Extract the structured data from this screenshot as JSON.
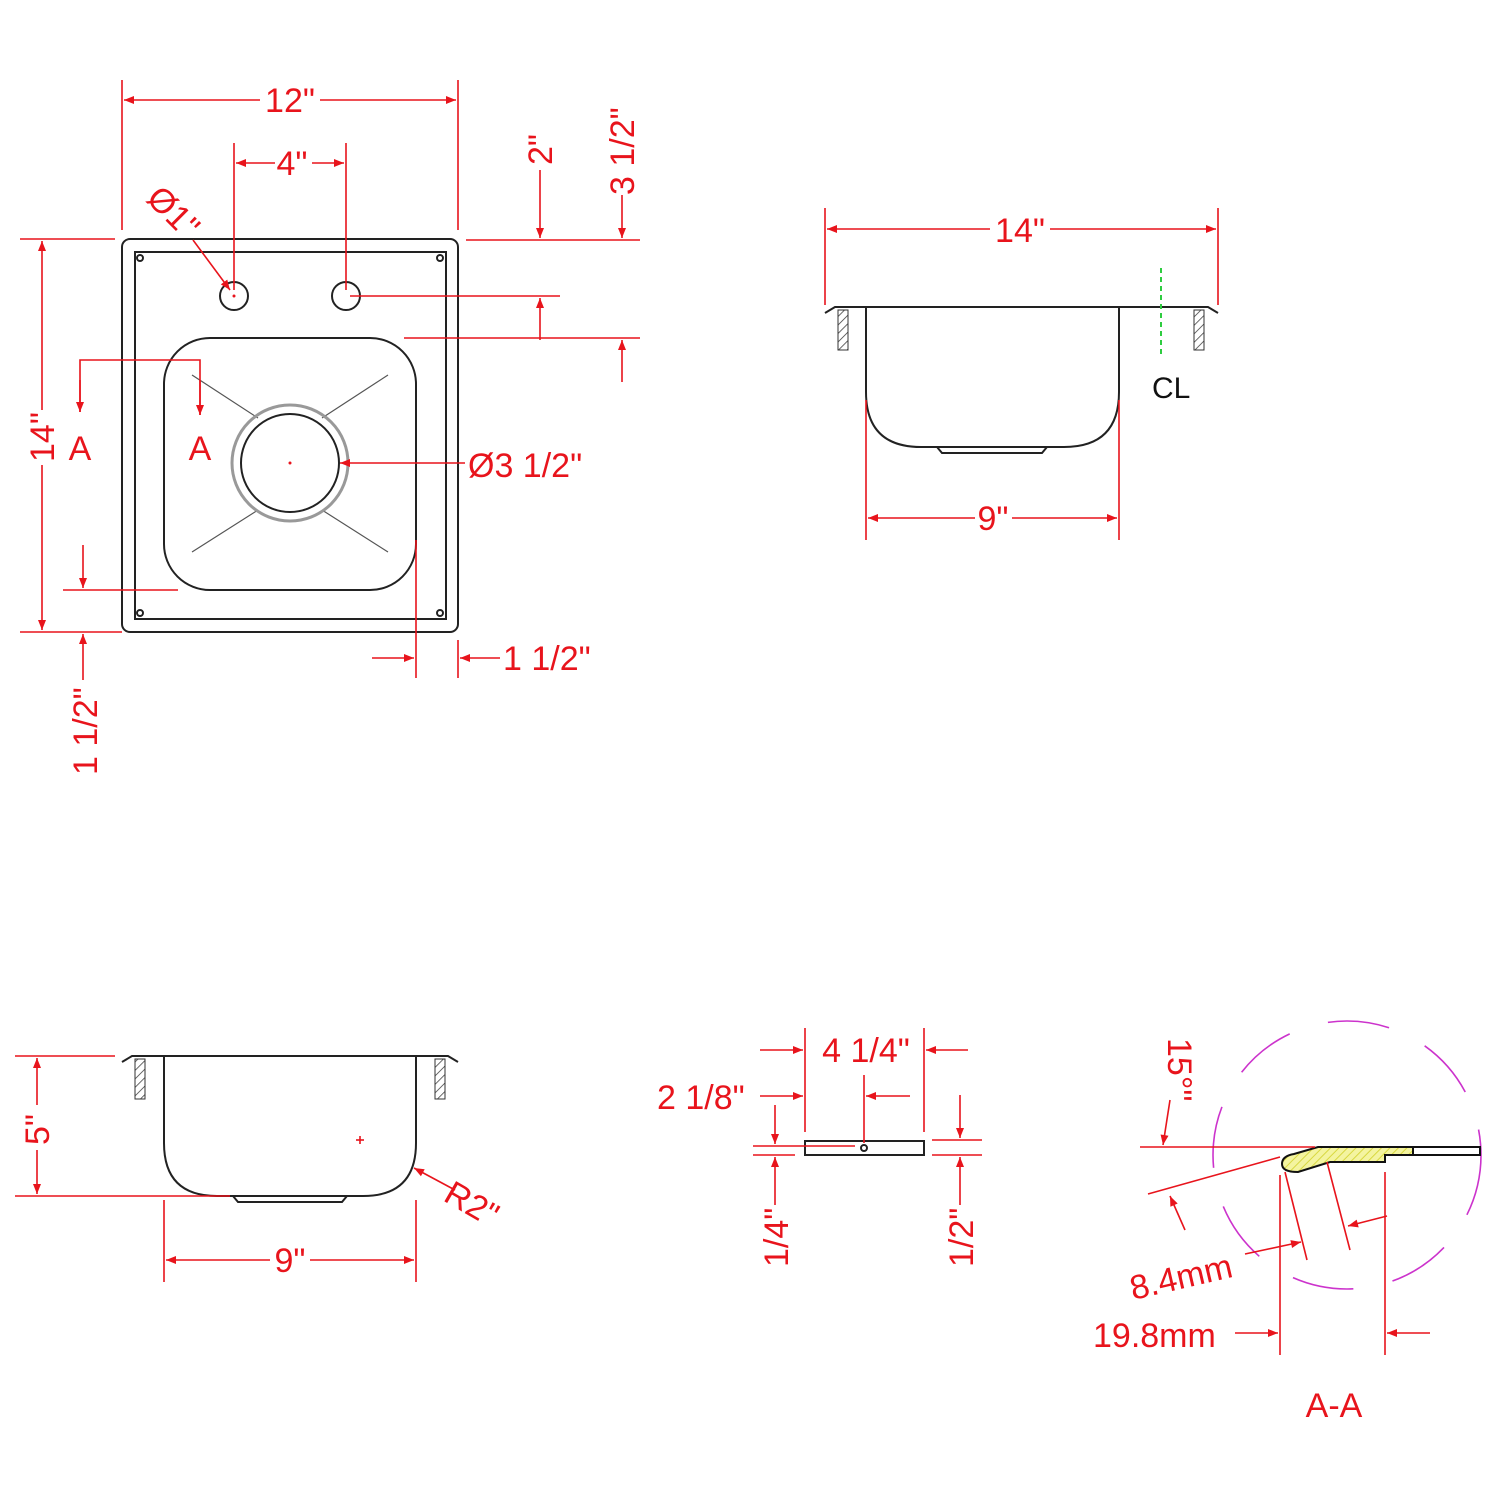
{
  "colors": {
    "dimension": "#e8141c",
    "outline": "#222222",
    "centerline": "#2ecc40",
    "detail_circle": "#cc33cc",
    "hatch": "#e6e65a"
  },
  "top_view": {
    "width": "12\"",
    "hole_spacing": "4\"",
    "hole_dia": "Ø1\"",
    "hole_offset": "2\"",
    "bowl_offset": "3 1/2\"",
    "length": "14\"",
    "section_mark_left": "A",
    "section_mark_right": "A",
    "drain_dia": "Ø3 1/2\"",
    "side_margin": "1 1/2\"",
    "bottom_margin": "1 1/2\""
  },
  "front_view": {
    "width": "14\"",
    "bowl_width": "9\"",
    "centerline": "CL"
  },
  "side_view": {
    "depth": "5\"",
    "radius": "R2\"",
    "bowl_width": "9\""
  },
  "drain_detail": {
    "length": "4 1/4\"",
    "half": "2 1/8\"",
    "thickness": "1/4\"",
    "height": "1/2\""
  },
  "section_detail": {
    "angle": "15°\"",
    "bend": "8.4mm",
    "flange": "19.8mm",
    "title": "A-A"
  }
}
